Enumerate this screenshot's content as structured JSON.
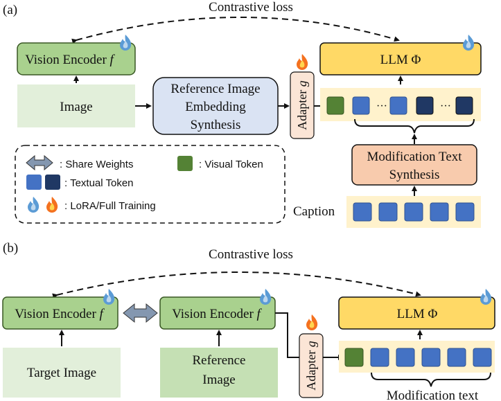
{
  "part_a": {
    "label": "(a)",
    "contrastive_loss": "Contrastive loss",
    "vision_encoder": "Vision Encoder",
    "encoder_symbol": "f",
    "image": "Image",
    "ref_embed_line1": "Reference Image",
    "ref_embed_line2": "Embedding",
    "ref_embed_line3": "Synthesis",
    "adapter": "Adapter",
    "adapter_symbol": "g",
    "llm": "LLM Φ",
    "token_ellipsis_1": "···",
    "token_ellipsis_2": "···",
    "mod_synth_line1": "Modification Text",
    "mod_synth_line2": "Synthesis",
    "caption": "Caption"
  },
  "legend": {
    "share_weights": ": Share Weights",
    "visual_token": ": Visual Token",
    "textual_token": ": Textual Token",
    "lora_full": ": LoRA/Full Training"
  },
  "part_b": {
    "label": "(b)",
    "contrastive_loss": "Contrastive loss",
    "vision_encoder_1": "Vision Encoder",
    "encoder_symbol_1": "f",
    "vision_encoder_2": "Vision Encoder",
    "encoder_symbol_2": "f",
    "target_image": "Target Image",
    "ref_image_line1": "Reference",
    "ref_image_line2": "Image",
    "adapter": "Adapter",
    "adapter_symbol": "g",
    "llm": "LLM Φ",
    "modification_text": "Modification text"
  },
  "colors": {
    "encoder_green": "#a9d18e",
    "image_green": "#e2efda",
    "ref_green": "#c5e0b4",
    "ref_embed_blue": "#dae3f3",
    "adapter_peach": "#fbe5d6",
    "llm_yellow": "#ffd966",
    "token_strip": "#fff2cc",
    "mod_synth": "#f8cbad",
    "visual_token": "#548235",
    "text_token_light": "#4472c4",
    "text_token_dark": "#203864",
    "flame_blue": "#5b9bd5",
    "flame_orange": "#f4711f"
  },
  "icons": [
    "snowflake-blue-flame-icon",
    "fire-icon",
    "double-arrow-icon"
  ]
}
